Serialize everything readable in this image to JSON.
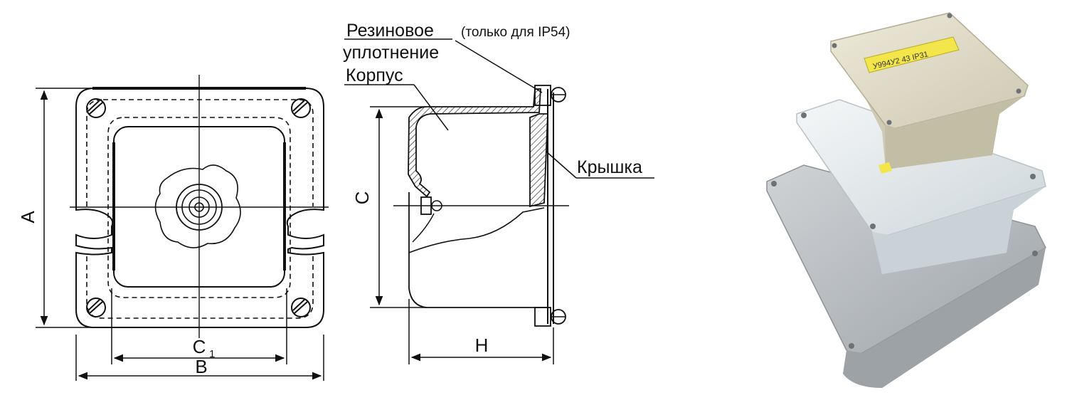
{
  "labels": {
    "rubber_seal_line1": "Резиновое",
    "rubber_seal_note": "(только для IP54)",
    "rubber_seal_line2": "уплотнение",
    "body": "Корпус",
    "lid": "Крышка"
  },
  "dimensions": {
    "height_a": "A",
    "width_b": "B",
    "mount_c1_main": "C",
    "mount_c1_sub": "1",
    "depth_c": "C",
    "depth_h": "H"
  },
  "photo": {
    "small_box_label": "У994У2 43 IP31"
  },
  "colors": {
    "line": "#111111",
    "photo_large": "#b9bec3",
    "photo_medium": "#e6ecef",
    "photo_small": "#e2ddc8",
    "label_yellow": "#f2e64b"
  }
}
